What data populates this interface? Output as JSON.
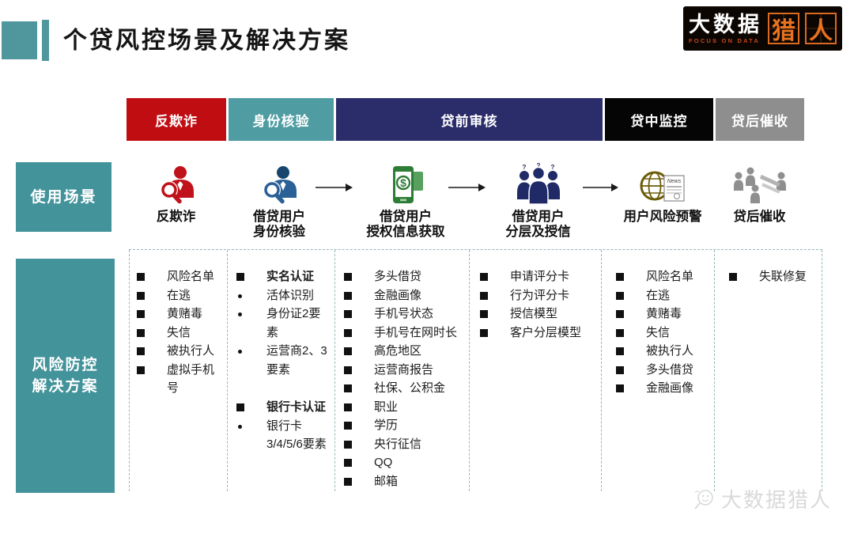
{
  "header": {
    "title": "个贷风控场景及解决方案",
    "logo": {
      "main": "大数据",
      "tagline": "FOCUS ON DATA",
      "accent_chars": [
        "猎",
        "人"
      ]
    }
  },
  "colors": {
    "stage_fraud": "#c00d12",
    "stage_identity": "#4f9da2",
    "stage_preloan": "#2b2c6a",
    "stage_inloan": "#050505",
    "stage_postloan": "#8e8e8e",
    "accent_teal": "#43939b",
    "logo_orange": "#e8721f",
    "dashed_line": "#96b7ba"
  },
  "stages": [
    {
      "label": "反欺诈"
    },
    {
      "label": "身份核验"
    },
    {
      "label": "贷前审核"
    },
    {
      "label": "贷中监控"
    },
    {
      "label": "贷后催收"
    }
  ],
  "row_labels": {
    "scenarios": "使用场景",
    "solutions_line1": "风险防控",
    "solutions_line2": "解决方案"
  },
  "scenarios": [
    {
      "line1": "反欺诈",
      "line2": "",
      "icon": "fraud-user-magnifier-icon"
    },
    {
      "line1": "借贷用户",
      "line2": "身份核验",
      "icon": "identity-user-magnifier-icon"
    },
    {
      "line1": "借贷用户",
      "line2": "授权信息获取",
      "icon": "phone-payment-icon"
    },
    {
      "line1": "借贷用户",
      "line2": "分层及授信",
      "icon": "user-group-icon"
    },
    {
      "line1": "用户风险预警",
      "line2": "",
      "icon": "globe-news-icon"
    },
    {
      "line1": "贷后催收",
      "line2": "",
      "icon": "collection-team-icon"
    }
  ],
  "solutions": {
    "columns": [
      {
        "items": [
          {
            "text": "风险名单",
            "bullet": "square"
          },
          {
            "text": "在逃",
            "bullet": "square"
          },
          {
            "text": "黄赌毒",
            "bullet": "square"
          },
          {
            "text": "失信",
            "bullet": "square"
          },
          {
            "text": "被执行人",
            "bullet": "square"
          },
          {
            "text": "虚拟手机号",
            "bullet": "square"
          }
        ]
      },
      {
        "items": [
          {
            "text": "实名认证",
            "bullet": "square",
            "bold": true
          },
          {
            "text": "活体识别",
            "bullet": "dot"
          },
          {
            "text": "身份证2要素",
            "bullet": "dot"
          },
          {
            "text": "运营商2、3要素",
            "bullet": "dot"
          },
          {
            "text": "银行卡认证",
            "bullet": "square",
            "bold": true
          },
          {
            "text": "银行卡3/4/5/6要素",
            "bullet": "dot"
          }
        ]
      },
      {
        "items": [
          {
            "text": "多头借贷",
            "bullet": "square"
          },
          {
            "text": "金融画像",
            "bullet": "square"
          },
          {
            "text": "手机号状态",
            "bullet": "square"
          },
          {
            "text": "手机号在网时长",
            "bullet": "square"
          },
          {
            "text": "高危地区",
            "bullet": "square"
          },
          {
            "text": "运营商报告",
            "bullet": "square"
          },
          {
            "text": "社保、公积金",
            "bullet": "square"
          },
          {
            "text": "职业",
            "bullet": "square"
          },
          {
            "text": "学历",
            "bullet": "square"
          },
          {
            "text": "央行征信",
            "bullet": "square"
          },
          {
            "text": "QQ",
            "bullet": "square"
          },
          {
            "text": "邮箱",
            "bullet": "square"
          }
        ]
      },
      {
        "items": [
          {
            "text": "申请评分卡",
            "bullet": "square"
          },
          {
            "text": "行为评分卡",
            "bullet": "square"
          },
          {
            "text": "授信模型",
            "bullet": "square"
          },
          {
            "text": "客户分层模型",
            "bullet": "square"
          }
        ]
      },
      {
        "items": [
          {
            "text": "风险名单",
            "bullet": "square"
          },
          {
            "text": "在逃",
            "bullet": "square"
          },
          {
            "text": "黄赌毒",
            "bullet": "square"
          },
          {
            "text": "失信",
            "bullet": "square"
          },
          {
            "text": "被执行人",
            "bullet": "square"
          },
          {
            "text": "多头借贷",
            "bullet": "square"
          },
          {
            "text": "金融画像",
            "bullet": "square"
          }
        ]
      },
      {
        "items": [
          {
            "text": "失联修复",
            "bullet": "square"
          }
        ]
      }
    ]
  },
  "watermark": {
    "text": "大数据猎人"
  }
}
